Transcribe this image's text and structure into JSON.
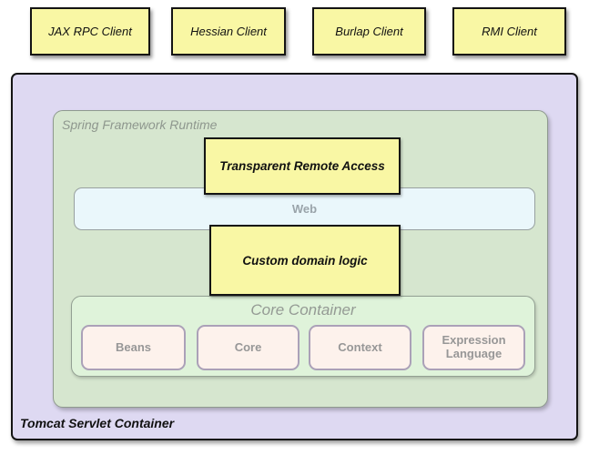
{
  "diagram": {
    "clients": [
      {
        "label": "JAX RPC Client"
      },
      {
        "label": "Hessian Client"
      },
      {
        "label": "Burlap Client"
      },
      {
        "label": "RMI Client"
      }
    ],
    "tomcat": {
      "label": "Tomcat Servlet Container"
    },
    "spring_runtime": {
      "label": "Spring Framework Runtime"
    },
    "transparent_remote_access": {
      "label": "Transparent Remote Access"
    },
    "web": {
      "label": "Web"
    },
    "custom_domain_logic": {
      "label": "Custom domain logic"
    },
    "core_container": {
      "label": "Core Container",
      "modules": [
        {
          "label": "Beans"
        },
        {
          "label": "Core"
        },
        {
          "label": "Context"
        },
        {
          "label": "Expression Language"
        }
      ]
    },
    "colors": {
      "client_fill": "#f9f7a4",
      "client_border": "#141414",
      "tomcat_fill": "#ded9f2",
      "spring_fill": "#d6e6cf",
      "web_fill": "#eaf7fb",
      "core_fill": "#dff3da",
      "module_fill": "#fdf2ec",
      "module_border": "#aba1b8",
      "gray_text": "#949a94"
    }
  }
}
